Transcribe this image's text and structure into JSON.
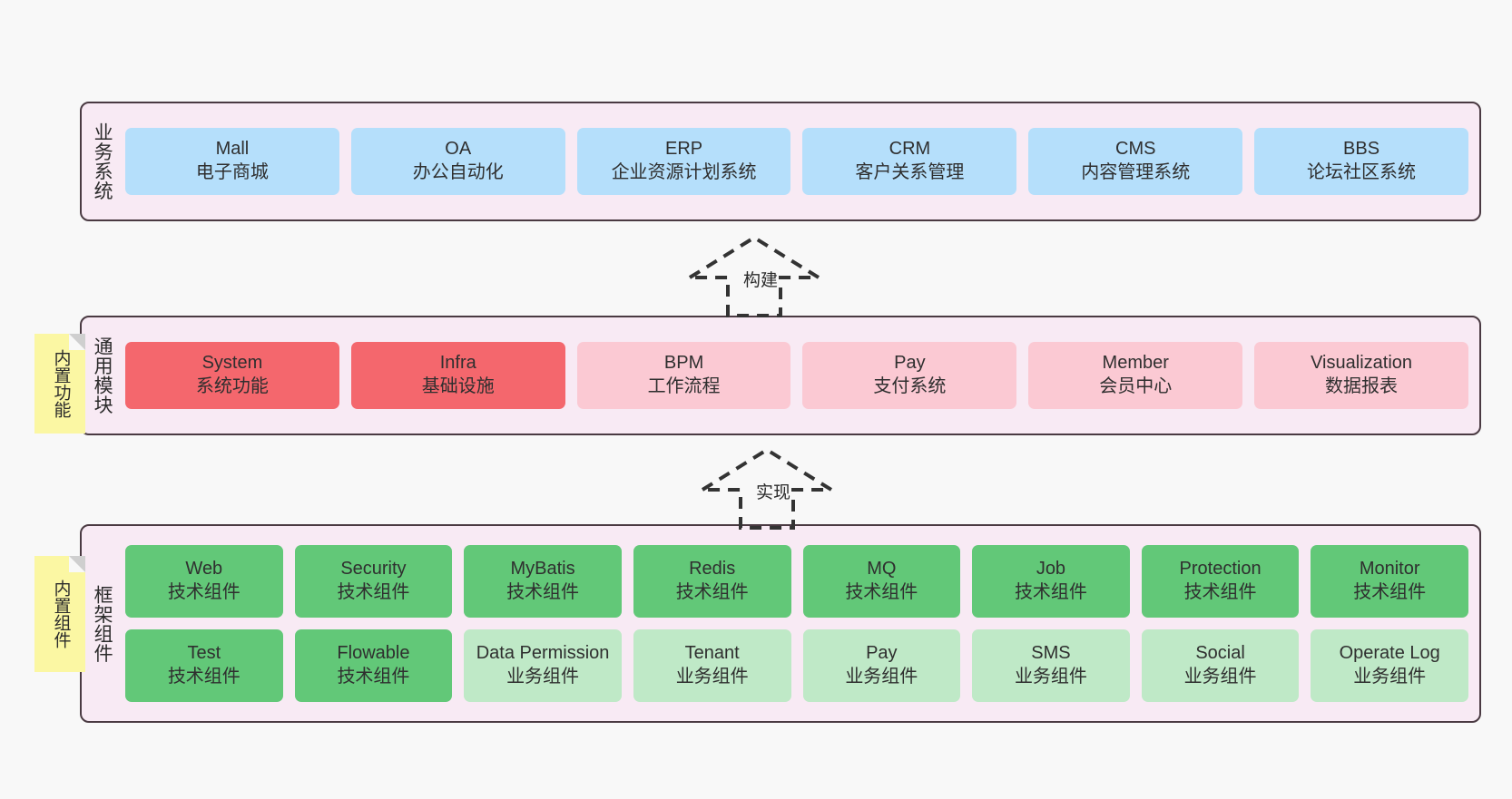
{
  "diagram": {
    "background_color": "#f8f8f8",
    "layer_panel_color": "#f8eaf4",
    "layer_border_color": "#4a3a42",
    "note_color": "#fbf7a3",
    "colors": {
      "blue": "#b5dffb",
      "red": "#f4676d",
      "pink": "#fbc9d3",
      "green": "#62c878",
      "light_green": "#bfe9c7"
    }
  },
  "layers": {
    "business": {
      "label": "业务系统",
      "items": [
        {
          "title": "Mall",
          "subtitle": "电子商城",
          "color": "blue"
        },
        {
          "title": "OA",
          "subtitle": "办公自动化",
          "color": "blue"
        },
        {
          "title": "ERP",
          "subtitle": "企业资源计划系统",
          "color": "blue"
        },
        {
          "title": "CRM",
          "subtitle": "客户关系管理",
          "color": "blue"
        },
        {
          "title": "CMS",
          "subtitle": "内容管理系统",
          "color": "blue"
        },
        {
          "title": "BBS",
          "subtitle": "论坛社区系统",
          "color": "blue"
        }
      ]
    },
    "common": {
      "label": "通用模块",
      "note": "内置功能",
      "items": [
        {
          "title": "System",
          "subtitle": "系统功能",
          "color": "red"
        },
        {
          "title": "Infra",
          "subtitle": "基础设施",
          "color": "red"
        },
        {
          "title": "BPM",
          "subtitle": "工作流程",
          "color": "pink"
        },
        {
          "title": "Pay",
          "subtitle": "支付系统",
          "color": "pink"
        },
        {
          "title": "Member",
          "subtitle": "会员中心",
          "color": "pink"
        },
        {
          "title": "Visualization",
          "subtitle": "数据报表",
          "color": "pink"
        }
      ]
    },
    "framework": {
      "label": "框架组件",
      "note": "内置组件",
      "row1": [
        {
          "title": "Web",
          "subtitle": "技术组件",
          "color": "green"
        },
        {
          "title": "Security",
          "subtitle": "技术组件",
          "color": "green"
        },
        {
          "title": "MyBatis",
          "subtitle": "技术组件",
          "color": "green"
        },
        {
          "title": "Redis",
          "subtitle": "技术组件",
          "color": "green"
        },
        {
          "title": "MQ",
          "subtitle": "技术组件",
          "color": "green"
        },
        {
          "title": "Job",
          "subtitle": "技术组件",
          "color": "green"
        },
        {
          "title": "Protection",
          "subtitle": "技术组件",
          "color": "green"
        },
        {
          "title": "Monitor",
          "subtitle": "技术组件",
          "color": "green"
        }
      ],
      "row2": [
        {
          "title": "Test",
          "subtitle": "技术组件",
          "color": "green"
        },
        {
          "title": "Flowable",
          "subtitle": "技术组件",
          "color": "green"
        },
        {
          "title": "Data Permission",
          "subtitle": "业务组件",
          "color": "light_green"
        },
        {
          "title": "Tenant",
          "subtitle": "业务组件",
          "color": "light_green"
        },
        {
          "title": "Pay",
          "subtitle": "业务组件",
          "color": "light_green"
        },
        {
          "title": "SMS",
          "subtitle": "业务组件",
          "color": "light_green"
        },
        {
          "title": "Social",
          "subtitle": "业务组件",
          "color": "light_green"
        },
        {
          "title": "Operate Log",
          "subtitle": "业务组件",
          "color": "light_green"
        }
      ]
    }
  },
  "arrows": [
    {
      "id": "build",
      "label": "构建",
      "style": "dashed-hollow-up"
    },
    {
      "id": "impl",
      "label": "实现",
      "style": "dashed-hollow-up"
    }
  ]
}
